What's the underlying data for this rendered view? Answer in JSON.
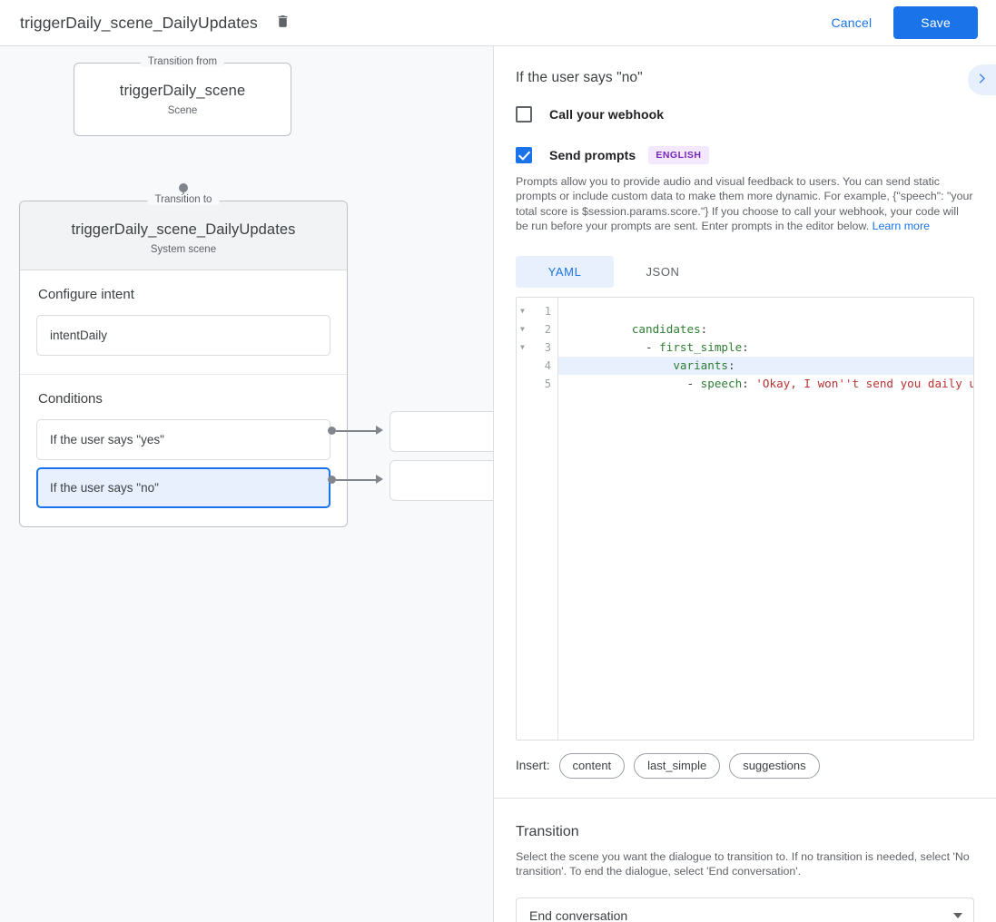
{
  "topbar": {
    "title": "triggerDaily_scene_DailyUpdates",
    "delete_icon": "trash-icon",
    "cancel_label": "Cancel",
    "save_label": "Save",
    "accent_color": "#1a73e8"
  },
  "graph": {
    "from": {
      "legend": "Transition from",
      "name": "triggerDaily_scene",
      "subtitle": "Scene"
    },
    "to": {
      "legend": "Transition to",
      "name": "triggerDaily_scene_DailyUpdates",
      "subtitle": "System scene"
    },
    "intent_section": {
      "title": "Configure intent",
      "value": "intentDaily"
    },
    "conditions_section": {
      "title": "Conditions",
      "items": [
        {
          "label": "If the user says \"yes\"",
          "selected": false
        },
        {
          "label": "If the user says \"no\"",
          "selected": true
        }
      ]
    }
  },
  "panel": {
    "title": "If the user says \"no\"",
    "expand_icon": "chevron-right-icon",
    "webhook": {
      "label": "Call your webhook",
      "checked": false
    },
    "prompts": {
      "label": "Send prompts",
      "checked": true,
      "language_badge": "ENGLISH",
      "badge_bg": "#f3e8fd",
      "badge_color": "#7627bb",
      "help_text": "Prompts allow you to provide audio and visual feedback to users. You can send static prompts or include custom data to make them more dynamic. For example, {\"speech\": \"your total score is $session.params.score.\"} If you choose to call your webhook, your code will be run before your prompts are sent. Enter prompts in the editor below.",
      "help_link": "Learn more"
    },
    "tabs": [
      {
        "label": "YAML",
        "active": true
      },
      {
        "label": "JSON",
        "active": false
      }
    ],
    "editor": {
      "line_numbers": [
        "1",
        "2",
        "3",
        "4",
        "5"
      ],
      "fold_markers": [
        true,
        true,
        true,
        false,
        false
      ],
      "highlighted_line": 4,
      "lines": [
        {
          "indent": "",
          "key": "candidates",
          "colon": ":",
          "dash": "",
          "value": ""
        },
        {
          "indent": "  ",
          "key": "first_simple",
          "colon": ":",
          "dash": "- ",
          "value": ""
        },
        {
          "indent": "      ",
          "key": "variants",
          "colon": ":",
          "dash": "",
          "value": ""
        },
        {
          "indent": "        ",
          "key": "speech",
          "colon": ": ",
          "dash": "- ",
          "value": "'Okay, I won''t send you daily updates"
        },
        {
          "indent": "",
          "key": "",
          "colon": "",
          "dash": "",
          "value": ""
        }
      ],
      "colors": {
        "key": "#2e7d32",
        "string": "#b93232",
        "punct": "#3c4043",
        "highlight_bg": "#e8f0fe"
      }
    },
    "insert": {
      "label": "Insert:",
      "chips": [
        "content",
        "last_simple",
        "suggestions"
      ]
    },
    "transition": {
      "title": "Transition",
      "description": "Select the scene you want the dialogue to transition to. If no transition is needed, select 'No transition'. To end the dialogue, select 'End conversation'.",
      "selected_value": "End conversation"
    }
  }
}
